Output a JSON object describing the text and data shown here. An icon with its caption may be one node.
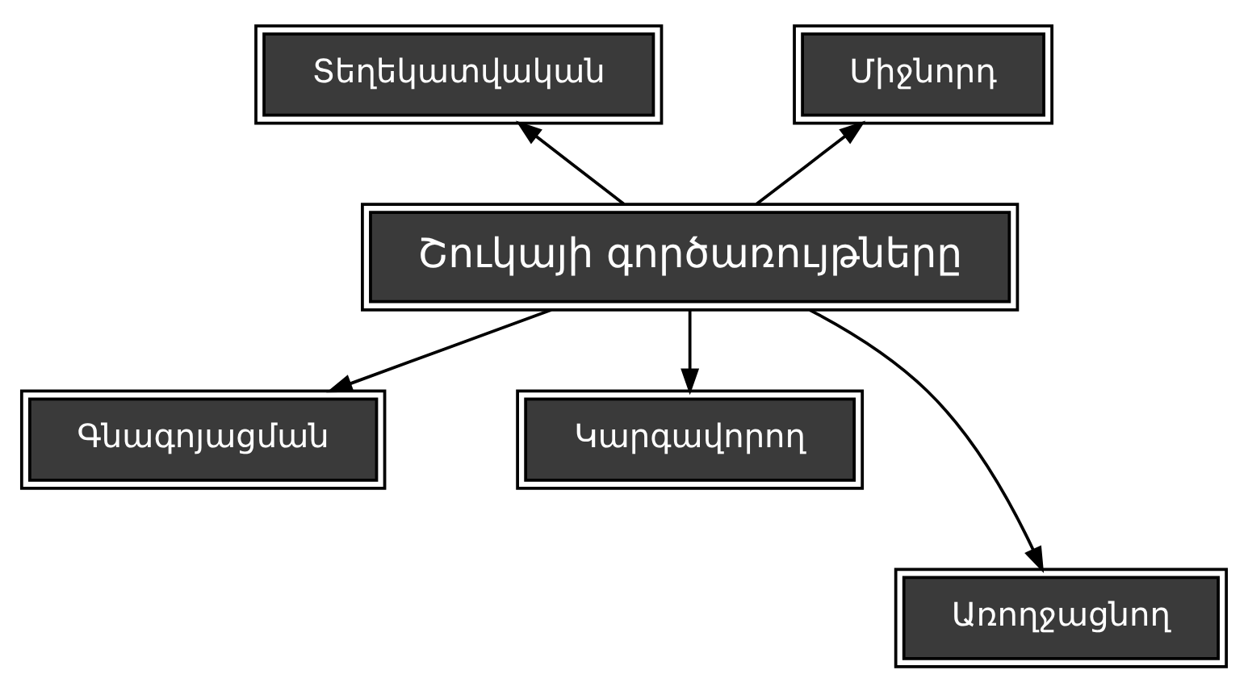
{
  "diagram": {
    "nodes": [
      {
        "text": [
          "Տեղեկատվական"
        ]
      },
      {
        "text": [
          "Միջնորդ"
        ]
      },
      {
        "text": [
          "Շուկայի գործառույթները"
        ]
      },
      {
        "text": [
          "Գնագոյացման"
        ]
      },
      {
        "text": [
          "Կարգավորող"
        ]
      },
      {
        "text": [
          "Առողջացնող"
        ]
      }
    ],
    "edges": [
      {
        "from": 2,
        "to": 0,
        "arrow": "to"
      },
      {
        "from": 2,
        "to": 1,
        "arrow": "to"
      },
      {
        "from": 2,
        "to": 3,
        "arrow": "to"
      },
      {
        "from": 2,
        "to": 5,
        "arrow": "to"
      },
      {
        "from": 2,
        "to": 4,
        "arrow": "to"
      }
    ]
  }
}
